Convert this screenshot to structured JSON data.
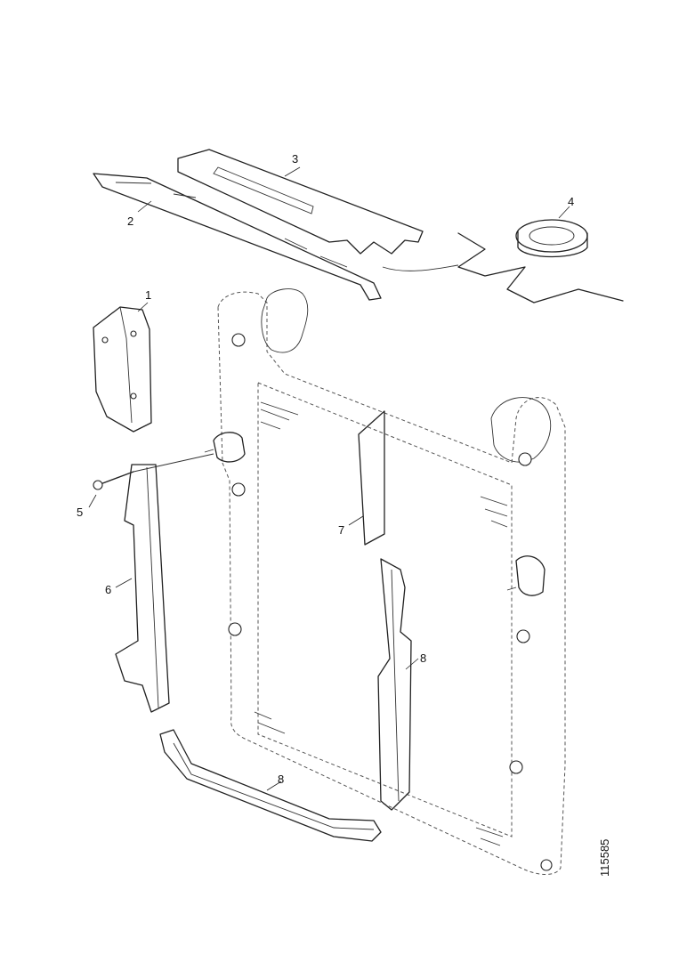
{
  "diagram": {
    "callouts": [
      {
        "id": "c1",
        "text": "1"
      },
      {
        "id": "c2",
        "text": "2"
      },
      {
        "id": "c3",
        "text": "3"
      },
      {
        "id": "c4",
        "text": "4"
      },
      {
        "id": "c5",
        "text": "5"
      },
      {
        "id": "c6",
        "text": "6"
      },
      {
        "id": "c7",
        "text": "7"
      },
      {
        "id": "c8a",
        "text": "8"
      },
      {
        "id": "c8b",
        "text": "8"
      }
    ],
    "figure_number": "115585"
  }
}
